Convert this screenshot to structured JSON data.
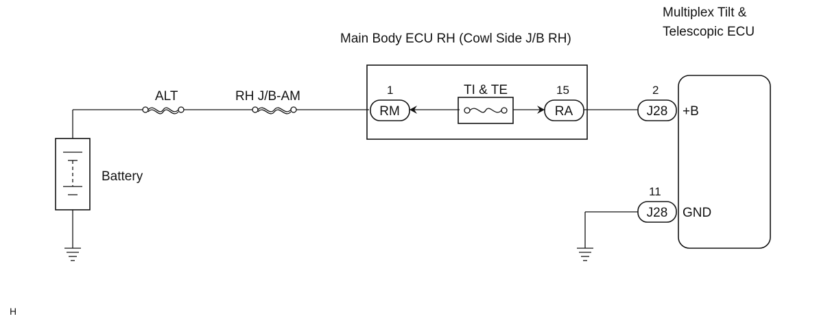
{
  "diagram": {
    "ecu_title": "Main Body ECU RH (Cowl Side J/B RH)",
    "tilt_title_line1": "Multiplex Tilt &",
    "tilt_title_line2": "Telescopic ECU",
    "battery_label": "Battery",
    "fuse_alt": "ALT",
    "fuse_rh_jb_am": "RH J/B-AM",
    "fuse_inner": "TI & TE",
    "pin_rm_number": "1",
    "pin_rm": "RM",
    "pin_ra_number": "15",
    "pin_ra": "RA",
    "connector_b_number": "2",
    "connector_b": "J28",
    "terminal_b": "+B",
    "connector_gnd_number": "11",
    "connector_gnd": "J28",
    "terminal_gnd": "GND",
    "footer_code": "H"
  }
}
